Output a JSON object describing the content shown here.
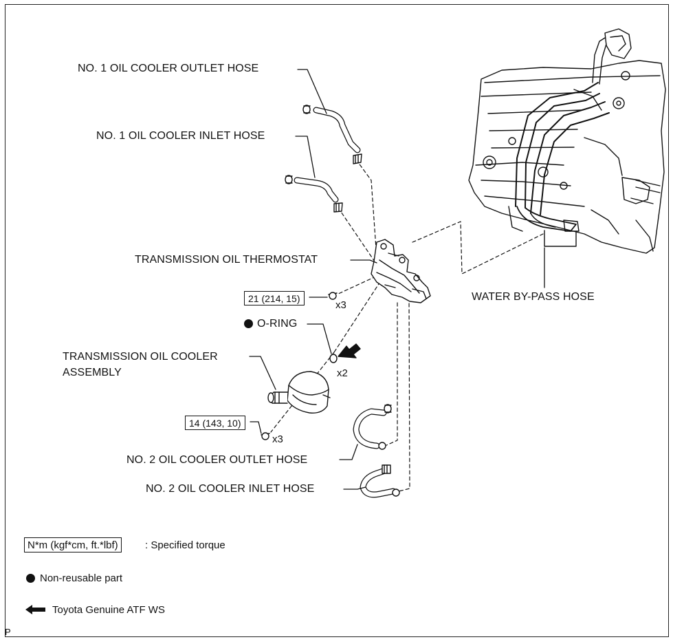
{
  "labels": {
    "no1_outlet": "NO. 1 OIL COOLER OUTLET HOSE",
    "no1_inlet": "NO. 1 OIL COOLER INLET HOSE",
    "thermostat": "TRANSMISSION OIL THERMOSTAT",
    "o_ring": "O-RING",
    "cooler_line1": "TRANSMISSION OIL COOLER",
    "cooler_line2": "ASSEMBLY",
    "no2_outlet": "NO. 2 OIL COOLER OUTLET HOSE",
    "no2_inlet": "NO. 2 OIL COOLER INLET HOSE",
    "water_bypass": "WATER BY-PASS HOSE"
  },
  "torques": {
    "thermostat_bolt": "21 (214, 15)",
    "cooler_bolt": "14 (143, 10)"
  },
  "quantities": {
    "thermostat_bolt": "x3",
    "o_ring": "x2",
    "cooler_bolt": "x3"
  },
  "legend": {
    "torque_box": "N*m (kgf*cm, ft.*lbf)",
    "torque_text": ": Specified torque",
    "nonreusable_text": "Non-reusable part",
    "atf_text": "Toyota Genuine ATF WS"
  },
  "footer": {
    "code": "P"
  },
  "icons": [
    "filled-dot-icon",
    "left-arrow-icon"
  ],
  "colors": {
    "ink": "#111111",
    "background": "#ffffff"
  }
}
